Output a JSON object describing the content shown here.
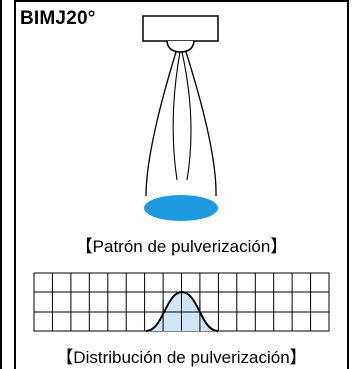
{
  "model": "BIMJ20°",
  "captions": {
    "spray_pattern": "【Patrón de pulverización】",
    "spray_distribution": "【Distribución de pulverización】"
  },
  "colors": {
    "spray_spot": "#1e9be0",
    "distribution_fill": "#cfe6f7",
    "lines": "#000000"
  }
}
